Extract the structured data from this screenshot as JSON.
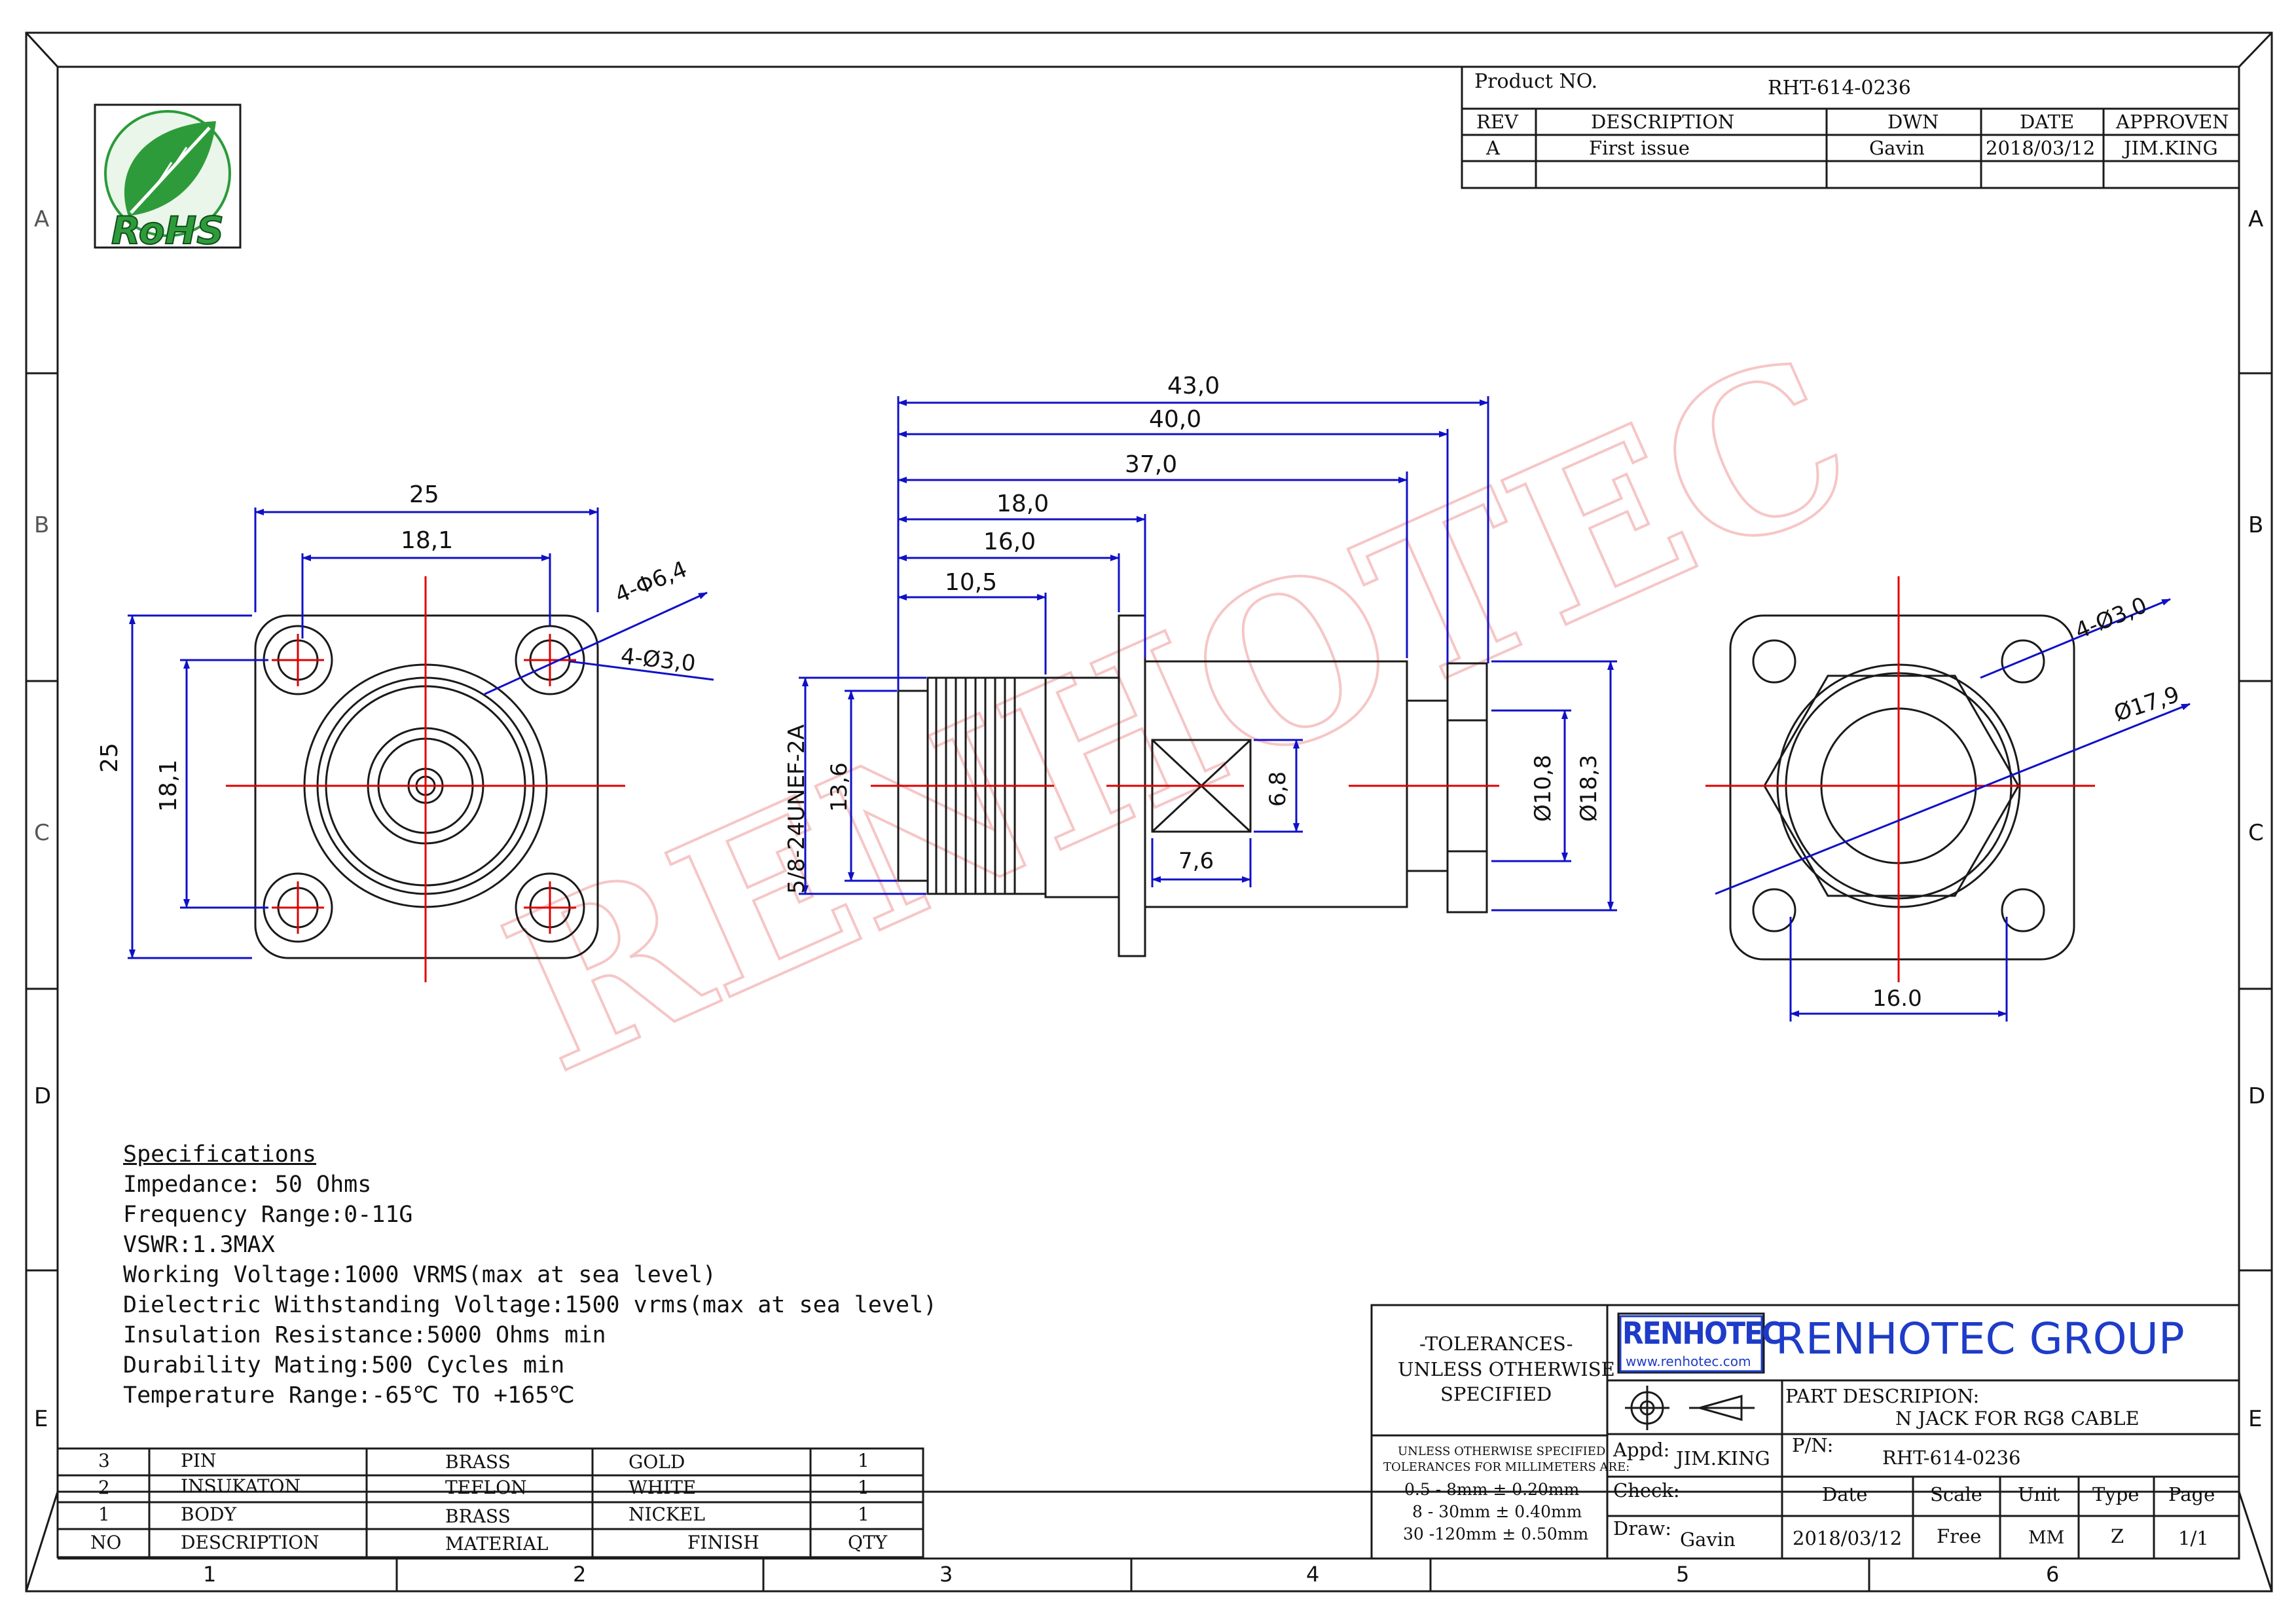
{
  "border": {
    "top_labels": [],
    "bottom_labels": [
      "1",
      "2",
      "3",
      "4",
      "5",
      "6"
    ],
    "left_labels": [
      "A",
      "B",
      "C",
      "D",
      "E"
    ],
    "right_labels": [
      "A",
      "B",
      "C",
      "D",
      "E"
    ]
  },
  "logo": {
    "text": "RoHS"
  },
  "revision_block": {
    "product_no_label": "Product NO.",
    "product_no_value": "RHT-614-0236",
    "headers": [
      "REV",
      "DESCRIPTION",
      "DWN",
      "DATE",
      "APPROVEN"
    ],
    "rows": [
      [
        "A",
        "First issue",
        "Gavin",
        "2018/03/12",
        "JIM.KING"
      ]
    ]
  },
  "front_view": {
    "dims": [
      "25",
      "18,1",
      "25",
      "18,1",
      "4-Φ6,4",
      "4-Ø3,0"
    ]
  },
  "side_view": {
    "dims": [
      "43,0",
      "40,0",
      "37,0",
      "18,0",
      "16,0",
      "10,5",
      "5/8-24UNEF-2A",
      "13,6",
      "6,8",
      "7,6",
      "Ø10,8",
      "Ø18,3"
    ]
  },
  "rear_view": {
    "dims": [
      "4-Ø3,0",
      "Ø17,9",
      "16.0"
    ]
  },
  "watermark": {
    "text": "RENHOTEC"
  },
  "specifications": {
    "title": "Specifications",
    "lines": [
      "Impedance: 50 Ohms",
      "Frequency Range:0-11G",
      "VSWR:1.3MAX",
      "Working Voltage:1000 VRMS(max at sea level)",
      "Dielectric Withstanding Voltage:1500 vrms(max at sea level)",
      "Insulation Resistance:5000 Ohms min",
      "Durability Mating:500 Cycles min",
      "Temperature Range:-65℃ TO +165℃"
    ]
  },
  "bom": {
    "rows": [
      [
        "3",
        "PIN",
        "BRASS",
        "GOLD",
        "1"
      ],
      [
        "2",
        "INSUKATON",
        "TEFLON",
        "WHITE",
        "1"
      ],
      [
        "1",
        "BODY",
        "BRASS",
        "NICKEL",
        "1"
      ]
    ],
    "header": [
      "NO",
      "DESCRIPTION",
      "MATERIAL",
      "FINISH",
      "QTY"
    ]
  },
  "title_block": {
    "tol_l1": "-TOLERANCES-",
    "tol_l2": "UNLESS OTHERWISE",
    "tol_l3": "SPECIFIED",
    "tol_small1": "UNLESS OTHERWISE SPECIFIED",
    "tol_small2": "TOLERANCES FOR MILLIMETERS ARE:",
    "tol_r1": "0.5 - 8mm ± 0.20mm",
    "tol_r2": "8 - 30mm ± 0.40mm",
    "tol_r3": "30 -120mm ± 0.50mm",
    "brand_logo": "RENHOTEC",
    "brand_url": "www.renhotec.com",
    "company": "RENHOTEC GROUP",
    "part_desc_label": "PART DESCRIPION:",
    "part_desc_value": "N JACK FOR RG8 CABLE",
    "appd_label": "Appd:",
    "appd_value": "JIM.KING",
    "pn_label": "P/N:",
    "pn_value": "RHT-614-0236",
    "check_label": "Check:",
    "draw_label": "Draw:",
    "draw_value": "Gavin",
    "col_headers": [
      "Date",
      "Scale",
      "Unit",
      "Type",
      "Page"
    ],
    "col_values": [
      "2018/03/12",
      "Free",
      "MM",
      "Z",
      "1/1"
    ]
  },
  "colors": {
    "outline": "#1a1a1a",
    "dimension": "#1010c8",
    "center": "#e00000",
    "watermark": "#f4b4b4",
    "brand_blue": "#1e3cc8",
    "brand_red": "#e01010"
  }
}
